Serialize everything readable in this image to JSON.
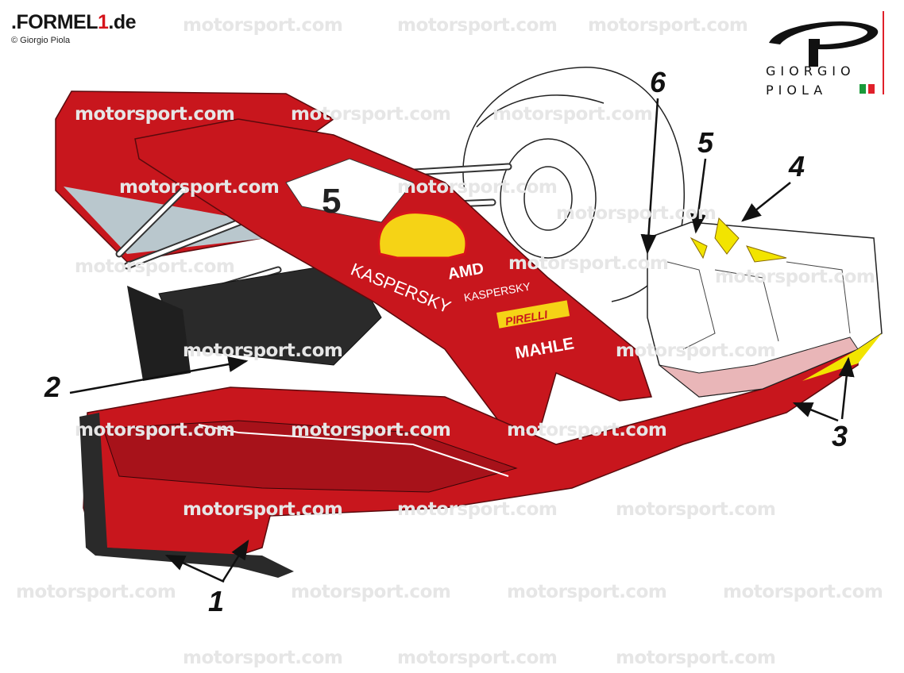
{
  "watermark": "motorsport.com",
  "header": {
    "brand_prefix": ".FORMEL",
    "brand_one": "1",
    "brand_suffix": ".de",
    "copyright": "© Giorgio Piola"
  },
  "artist_logo": {
    "line1": "GIORGIO",
    "line2": "PIOLA",
    "flag_colors": [
      "#1a9a3a",
      "#ffffff",
      "#e0202a"
    ]
  },
  "car": {
    "number": "5",
    "sponsors": [
      "AMD",
      "KASPERSKY",
      "PIRELLI",
      "MAHLE"
    ],
    "colors": {
      "red": "#c8161d",
      "dark_red": "#8e0c12",
      "highlight": "#f2e400",
      "carbon": "#2a2a2a"
    }
  },
  "callouts": [
    "1",
    "2",
    "3",
    "4",
    "5",
    "6"
  ]
}
